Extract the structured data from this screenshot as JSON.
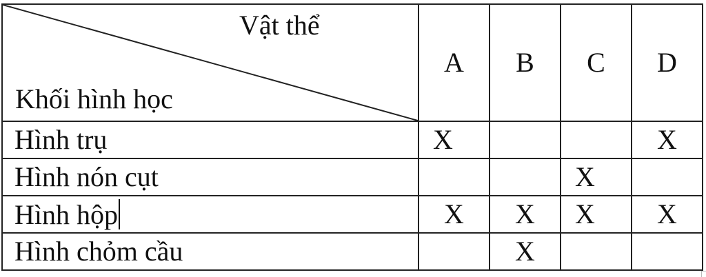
{
  "table": {
    "corner_header": {
      "top_right_label": "Vật thể",
      "bottom_left_label": "Khối hình học"
    },
    "columns": [
      "A",
      "B",
      "C",
      "D"
    ],
    "rows": [
      {
        "label": "Hình trụ",
        "cells": [
          "X",
          "",
          "",
          "X"
        ]
      },
      {
        "label": "Hình nón cụt",
        "cells": [
          "",
          "",
          "X",
          ""
        ]
      },
      {
        "label": "Hình hộp",
        "cells": [
          "X",
          "X",
          "X",
          "X"
        ]
      },
      {
        "label": "Hình chỏm cầu",
        "cells": [
          "",
          "X",
          "",
          ""
        ]
      }
    ]
  },
  "colors": {
    "border": "#222222",
    "text": "#111111",
    "background": "#ffffff"
  }
}
